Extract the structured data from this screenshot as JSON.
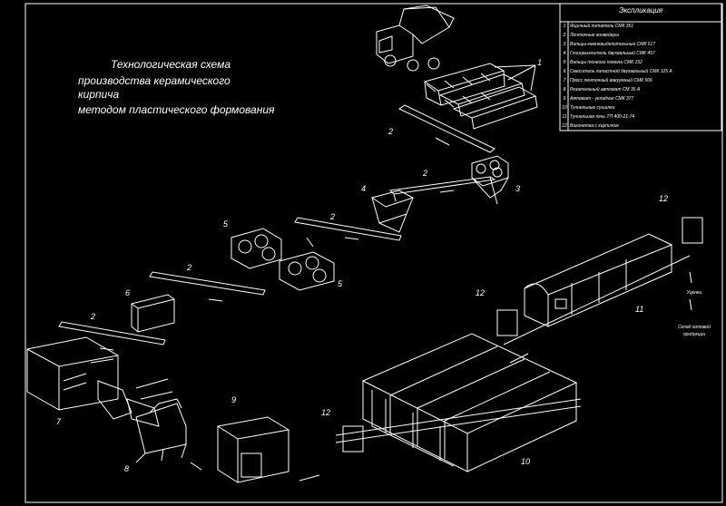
{
  "title": {
    "line1": "Технологическая  схема",
    "line2": "производства  керамического",
    "line3": "кирпича",
    "line4": "методом  пластического  формования"
  },
  "spec": {
    "heading": "Экспликация",
    "items": [
      {
        "n": "1",
        "text": "Ящичный  питатель  СМК 351"
      },
      {
        "n": "2",
        "text": "Ленточные  конвейеры"
      },
      {
        "n": "3",
        "text": "Вальцы  камневыделительные  СМК 517"
      },
      {
        "n": "4",
        "text": "Глинорыхлитель  двухвальный  СМК 457"
      },
      {
        "n": "5",
        "text": "Вальцы  тонкого  помола  СМК 152"
      },
      {
        "n": "6",
        "text": "Смеситель  лопастной двухвальный  СМК  125 А"
      },
      {
        "n": "7",
        "text": "Пресс  ленточный  вакуумный  СМК 506"
      },
      {
        "n": "8",
        "text": "Резательный  автомат  СМ 35 А"
      },
      {
        "n": "9",
        "text": "Автомат - укладчик  СМК 377"
      },
      {
        "n": "10",
        "text": "Туннельные  сушилки"
      },
      {
        "n": "11",
        "text": "Туннельная  печь   ТП  400-21-74"
      },
      {
        "n": "12",
        "text": "Вагонетка  с  кирпичом"
      }
    ]
  },
  "labels": {
    "l1": "1",
    "l2a": "2",
    "l2b": "2",
    "l2c": "2",
    "l2d": "2",
    "l2e": "2",
    "l3": "3",
    "l4": "4",
    "l5a": "5",
    "l5b": "5",
    "l6": "6",
    "l7": "7",
    "l8": "8",
    "l9": "9",
    "l10": "10",
    "l11": "11",
    "l12a": "12",
    "l12b": "12",
    "l12c": "12"
  },
  "notes": {
    "cooling": "Уценки",
    "storage_line1": "Склад  готовой",
    "storage_line2": "продукции"
  },
  "colors": {
    "background": "#000000",
    "lines": "#ffffff"
  }
}
